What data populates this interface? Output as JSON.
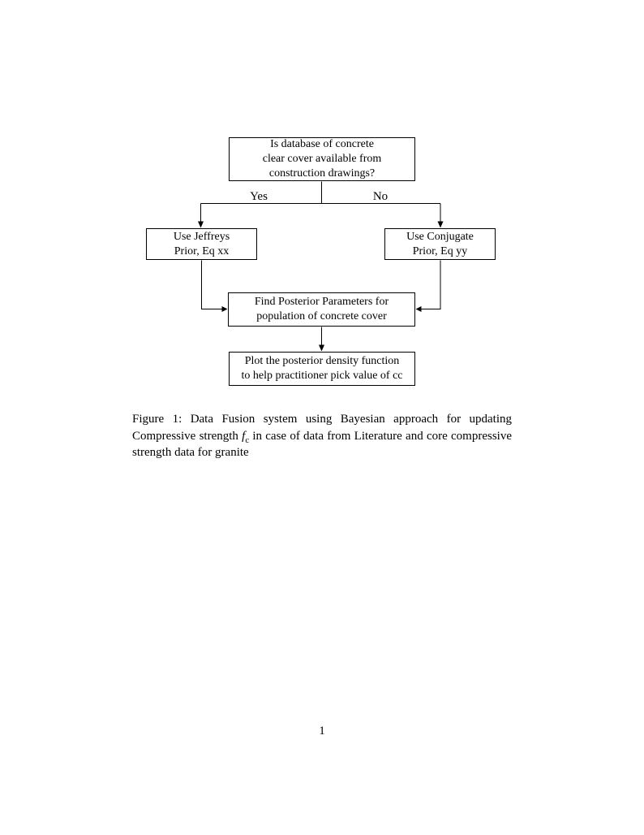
{
  "page": {
    "number": "1"
  },
  "figure": {
    "type": "flowchart",
    "nodes": {
      "start": {
        "text": "Is database of concrete\nclear cover available from\nconstruction drawings?"
      },
      "use_jeffreys": {
        "text": "Use Jeffreys\nPrior, Eq xx"
      },
      "use_conjugate": {
        "text": "Use Conjugate\nPrior, Eq yy"
      },
      "find_posterior": {
        "text": "Find Posterior Parameters for\npopulation of concrete cover"
      },
      "plot_posterior": {
        "text": "Plot the posterior density function\nto help practitioner pick value of cc"
      }
    },
    "edges": [
      {
        "from": "start",
        "to": "use_jeffreys",
        "label": "Yes"
      },
      {
        "from": "start",
        "to": "use_conjugate",
        "label": "No"
      },
      {
        "from": "use_jeffreys",
        "to": "find_posterior",
        "label": ""
      },
      {
        "from": "use_conjugate",
        "to": "find_posterior",
        "label": ""
      },
      {
        "from": "find_posterior",
        "to": "plot_posterior",
        "label": ""
      }
    ]
  },
  "caption": {
    "text_before_math": "Figure 1: Data Fusion system using Bayesian approach for updating Compressive strength ",
    "math_variable": "f",
    "math_subscript": "c",
    "text_after_math": " in case of data from Literature and core compressive strength data for granite"
  },
  "colors": {
    "ink": "#000000",
    "background": "#ffffff"
  }
}
